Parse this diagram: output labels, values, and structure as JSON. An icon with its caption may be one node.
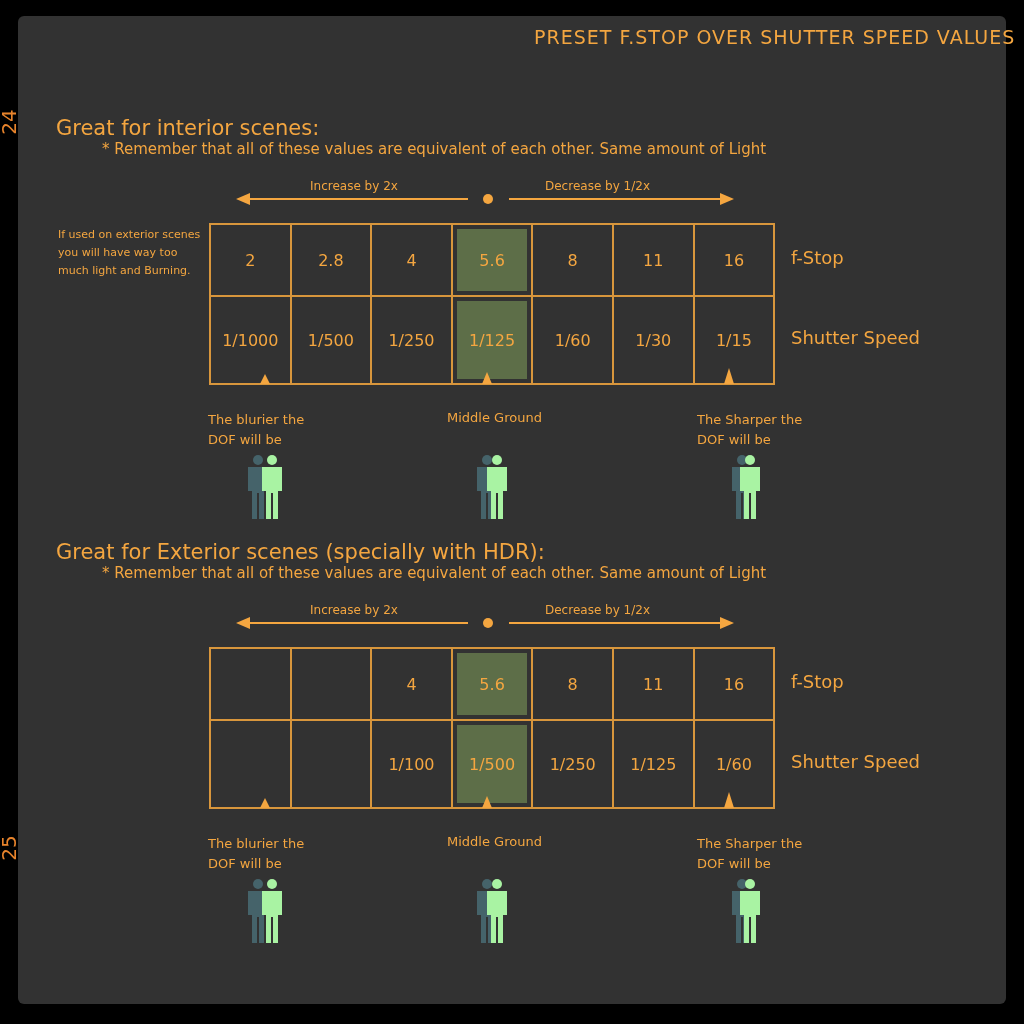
{
  "diagram": {
    "title": "PRESET F.STOP OVER SHUTTER SPEED VALUES",
    "labels": [
      "24",
      "Great for interior scenes:",
      "* Remember that all of these values are equivalent of each other. Same amount of Light",
      "Increase by 2x",
      "Decrease by 1/2x",
      "If used on exterior scenes you will have way too much light and Burning.",
      "2",
      "2.8",
      "4",
      "5.6",
      "8",
      "11",
      "16",
      "f-Stop",
      "1/1000",
      "1/500",
      "1/250",
      "1/125",
      "1/60",
      "1/30",
      "1/15",
      "Shutter Speed",
      "The blurier the DOF will be",
      "Middle Ground",
      "The Sharper the DOF will be",
      "Great for Exterior scenes (specially with HDR):",
      "* Remember that all of these values are equivalent of each other. Same amount of Light",
      "Increase by 2x",
      "Decrease by 1/2x",
      "4",
      "5.6",
      "8",
      "11",
      "16",
      "f-Stop",
      "1/100",
      "1/500",
      "1/250",
      "1/125",
      "1/60",
      "Shutter Speed",
      "25",
      "The blurier the DOF will be",
      "Middle Ground",
      "The Sharper the DOF will be"
    ]
  }
}
